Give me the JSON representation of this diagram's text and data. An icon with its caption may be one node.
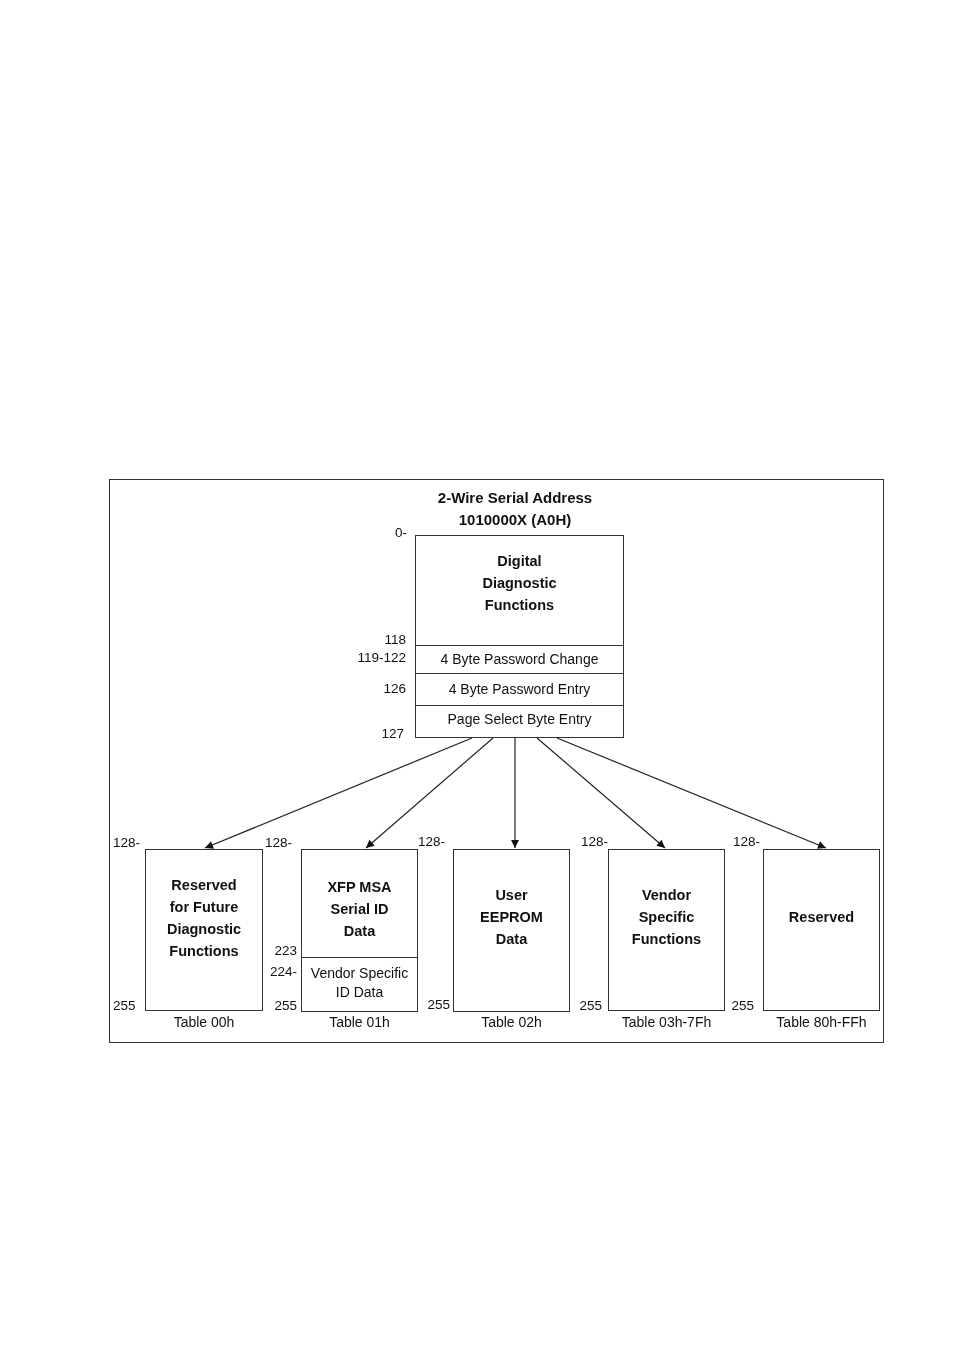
{
  "diagram": {
    "title": "2-Wire Serial Address 1010000X (A0H)",
    "nodes": [
      {
        "text": [
          "Digital Diagnostic Functions"
        ]
      },
      {
        "text": [
          "4 Byte Password Change"
        ]
      },
      {
        "text": [
          "4 Byte Password Entry"
        ]
      },
      {
        "text": [
          "Page Select Byte Entry"
        ]
      },
      {
        "text": [
          "Reserved for Future Diagnostic Functions"
        ],
        "beside": [
          "Table 00h"
        ]
      },
      {
        "text": [
          "XFP MSA Serial ID Data"
        ]
      },
      {
        "text": [
          "Vendor Specific ID Data"
        ],
        "beside": [
          "Table 01h"
        ]
      },
      {
        "text": [
          "User EEPROM Data"
        ],
        "beside": [
          "Table 02h"
        ]
      },
      {
        "text": [
          "Vendor Specific Functions"
        ],
        "beside": [
          "Table 03h-7Fh"
        ]
      },
      {
        "text": [
          "Reserved"
        ],
        "beside": [
          "Table 80h-FFh"
        ]
      }
    ],
    "edges": [
      {
        "from": 3,
        "to": 4,
        "arrow": "to"
      },
      {
        "from": 3,
        "to": 5,
        "arrow": "to"
      },
      {
        "from": 3,
        "to": 7,
        "arrow": "to"
      },
      {
        "from": 3,
        "to": 8,
        "arrow": "to"
      },
      {
        "from": 3,
        "to": 9,
        "arrow": "to"
      }
    ],
    "labels": [
      "0-",
      "118",
      "119-122",
      "126",
      "127",
      "128-",
      "128-",
      "128-",
      "128-",
      "128-",
      "223",
      "224-",
      "255",
      "255",
      "255",
      "255",
      "255"
    ]
  }
}
